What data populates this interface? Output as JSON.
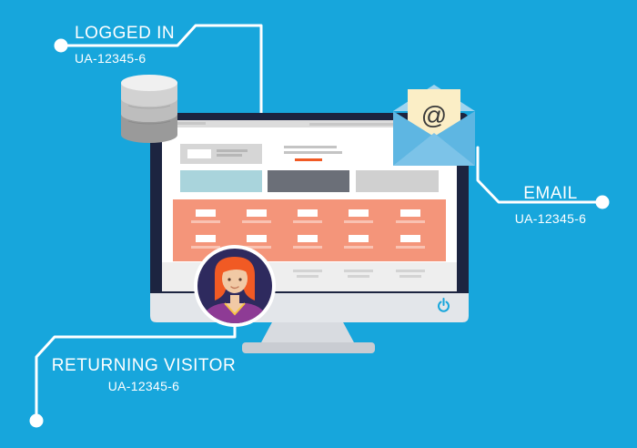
{
  "callouts": {
    "logged_in": {
      "title": "LOGGED IN",
      "code": "UA-12345-6"
    },
    "email": {
      "title": "EMAIL",
      "code": "UA-12345-6"
    },
    "returning_visitor": {
      "title": "RETURNING VISITOR",
      "code": "UA-12345-6"
    }
  },
  "email_icon": {
    "symbol": "@"
  },
  "colors": {
    "background": "#17a6dc",
    "line": "#ffffff",
    "monitor_bezel": "#1c2440",
    "salmon_panel": "#f4957a",
    "teal_block": "#a9d4dc",
    "dark_block": "#6b6f78",
    "gray_block": "#d0d0d0",
    "avatar_ring": "#2e2a5e",
    "hair": "#f15a24",
    "envelope": "#7cc3e8"
  },
  "icons": [
    "database-icon",
    "envelope-icon",
    "avatar-icon",
    "power-icon"
  ]
}
